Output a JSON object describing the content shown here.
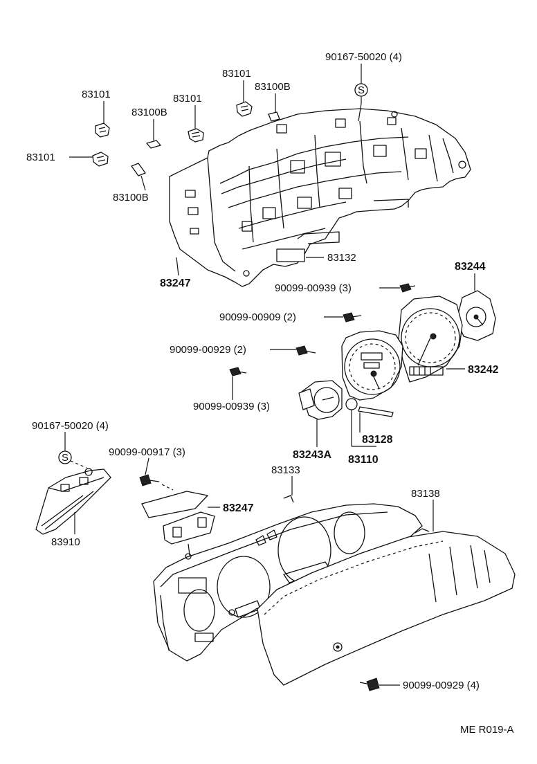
{
  "labels": {
    "p83101_a": "83101",
    "p83101_b": "83101",
    "p83101_c": "83101",
    "p83101_d": "83101",
    "p83100b_a": "83100B",
    "p83100b_b": "83100B",
    "p83100b_c": "83100B",
    "p90167_top": "90167-50020 (4)",
    "p83247_top": "83247",
    "p83132": "83132",
    "p90099_939_a": "90099-00939 (3)",
    "p90099_909": "90099-00909 (2)",
    "p90099_929_a": "90099-00929 (2)",
    "p90099_939_b": "90099-00939 (3)",
    "p83244": "83244",
    "p83242": "83242",
    "p83128": "83128",
    "p83243a": "83243A",
    "p83110": "83110",
    "p90167_left": "90167-50020 (4)",
    "p90099_917": "90099-00917 (3)",
    "p83247_mid": "83247",
    "p83133": "83133",
    "p83138": "83138",
    "p83910": "83910",
    "p90099_929_b": "90099-00929 (4)",
    "ref": "ME R019-A"
  },
  "markers": {
    "s_top": "S",
    "s_left": "S"
  }
}
